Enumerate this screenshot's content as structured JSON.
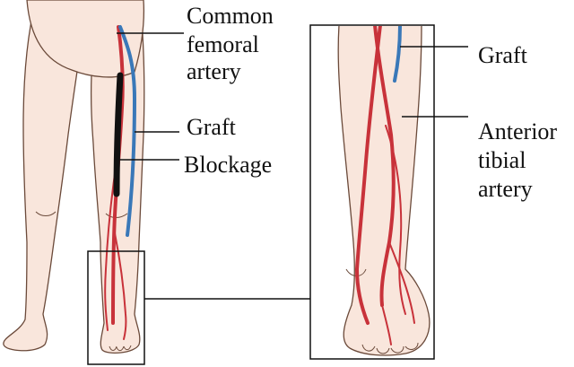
{
  "labels": {
    "common_femoral_l1": "Common",
    "common_femoral_l2": "femoral",
    "common_femoral_l3": "artery",
    "graft_left": "Graft",
    "blockage": "Blockage",
    "graft_right": "Graft",
    "anterior_tibial_l1": "Anterior",
    "anterior_tibial_l2": "tibial",
    "anterior_tibial_l3": "artery"
  },
  "colors": {
    "skin": "#f9e6dc",
    "outline": "#6b4a3a",
    "artery": "#c8323a",
    "artery_light": "#e9a0a0",
    "graft": "#3a78b8",
    "graft_light": "#9cc4e8",
    "blockage": "#111111",
    "leader": "#111111"
  }
}
